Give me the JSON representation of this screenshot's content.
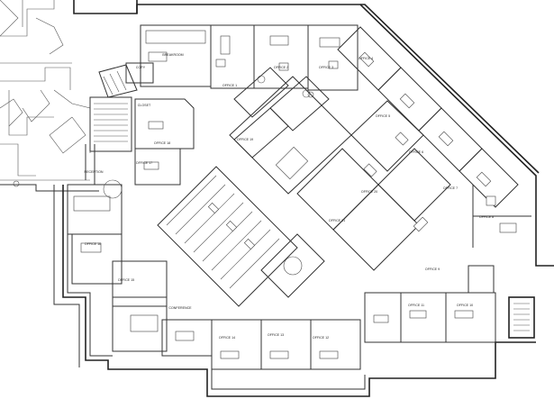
{
  "rooms": {
    "office1": "OFFICE 1",
    "office2": "OFFICE 2",
    "office3": "OFFICE 3",
    "office4": "OFFICE 4",
    "office5": "OFFICE 5",
    "office6": "OFFICE 6",
    "office7": "OFFICE 7",
    "office8": "OFFICE 8",
    "office9": "OFFICE 9",
    "office10": "OFFICE 10",
    "office11": "OFFICE 11",
    "office12": "OFFICE 12",
    "office13": "OFFICE 13",
    "office14": "OFFICE 14",
    "office15": "OFFICE 15",
    "office16": "OFFICE 16",
    "office17": "OFFICE 17",
    "office18": "OFFICE 18",
    "office19": "OFFICE 19",
    "office20": "OFFICE 20",
    "office21": "OFFICE 21",
    "breakroom": "BREAKROOM",
    "conference": "CONFERENCE",
    "reception": "RECEPTION",
    "closet": "CLOSET",
    "copy": "COPY"
  }
}
